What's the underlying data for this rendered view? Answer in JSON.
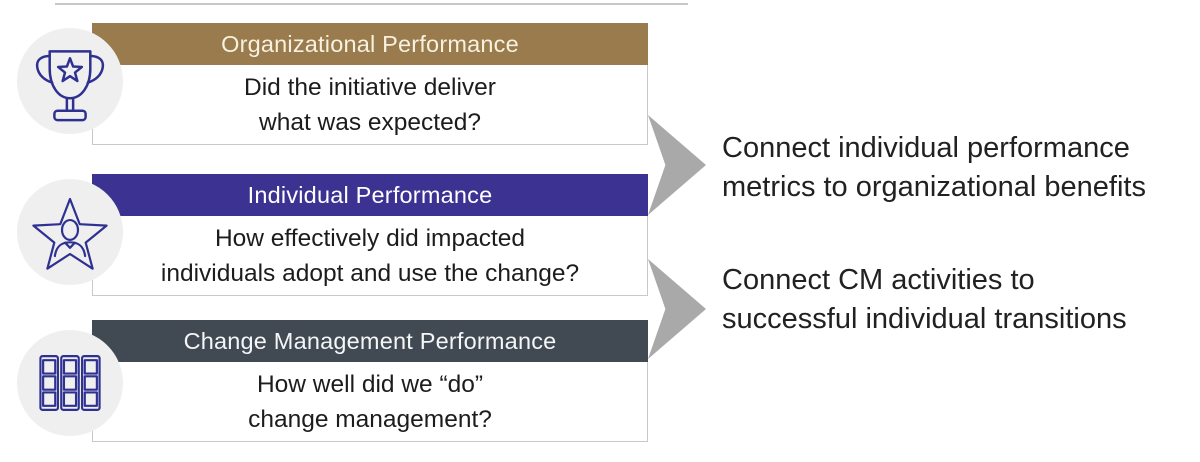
{
  "colors": {
    "icon_stroke": "#2f3191",
    "circle_bg": "#efefef",
    "arrow": "#a9a9a9",
    "card_border": "#c9c9c9",
    "body_text": "#1c1c1c",
    "callout_text": "#212121"
  },
  "cards": [
    {
      "title": "Organizational Performance",
      "title_color": "#f7f1df",
      "header_color": "#9a7b4e",
      "icon": "trophy-icon",
      "lines": [
        "Did the initiative deliver",
        "what was expected?"
      ]
    },
    {
      "title": "Individual Performance",
      "title_color": "#ffffff",
      "header_color": "#3b3292",
      "icon": "star-person-icon",
      "lines": [
        "How effectively did impacted",
        "individuals adopt and use the change?"
      ]
    },
    {
      "title": "Change Management Performance",
      "title_color": "#f5f6f7",
      "header_color": "#414a52",
      "icon": "board-icon",
      "lines": [
        "How well did we “do”",
        "change management?"
      ]
    }
  ],
  "callouts": [
    {
      "lines": [
        "Connect individual performance",
        "metrics to organizational benefits"
      ]
    },
    {
      "lines": [
        "Connect CM activities to",
        "successful individual transitions"
      ]
    }
  ]
}
